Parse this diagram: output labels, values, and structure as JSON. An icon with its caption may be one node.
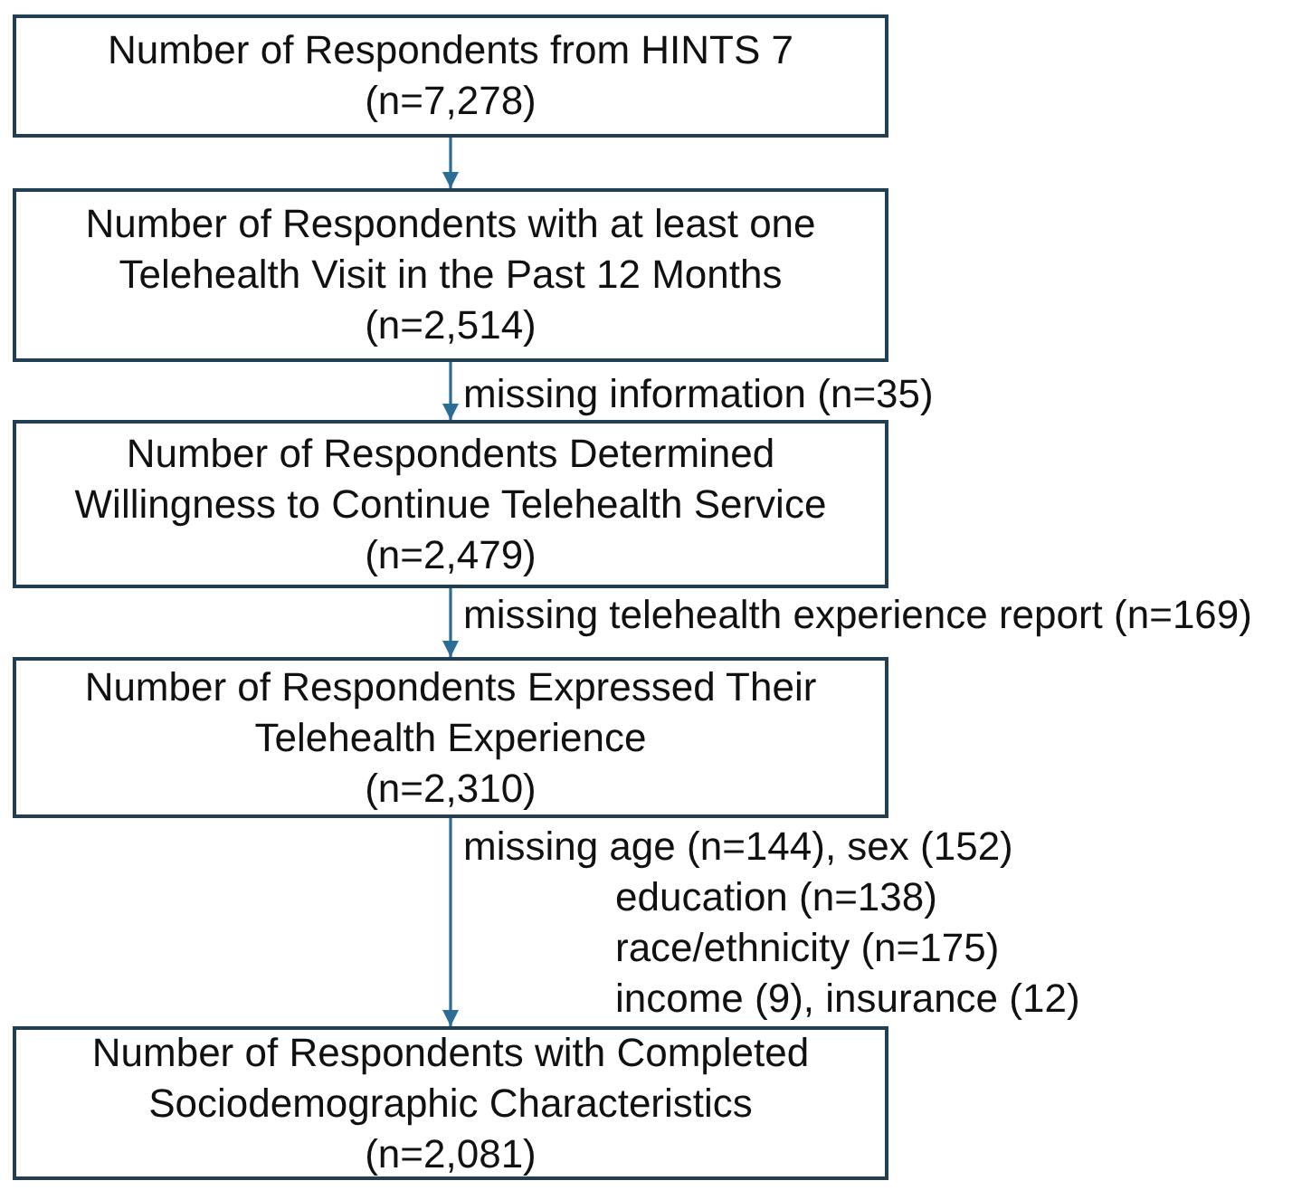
{
  "diagram": {
    "nodes": [
      {
        "text": [
          "Number of Respondents from HINTS 7",
          "(n=7,278)"
        ]
      },
      {
        "text": [
          "Number of Respondents with at least one Telehealth Visit in the Past 12 Months",
          "(n=2,514)"
        ]
      },
      {
        "text": [
          "Number of Respondents Determined Willingness to Continue Telehealth Service",
          "(n=2,479)"
        ]
      },
      {
        "text": [
          "Number of Respondents Expressed Their Telehealth Experience",
          "(n=2,310)"
        ]
      },
      {
        "text": [
          "Number of Respondents with Completed Sociodemographic Characteristics",
          "(n=2,081)"
        ]
      }
    ],
    "edges": [
      {
        "from": 0,
        "to": 1,
        "arrow": "to"
      },
      {
        "from": 1,
        "to": 2,
        "arrow": "to",
        "label": "missing information (n=35)"
      },
      {
        "from": 2,
        "to": 3,
        "arrow": "to",
        "label": "missing telehealth experience report (n=169)"
      },
      {
        "from": 3,
        "to": 4,
        "arrow": "to",
        "label": "missing age (n=144), sex (152) education (n=138) race/ethnicity (n=175) income (9), insurance (12)"
      }
    ]
  }
}
